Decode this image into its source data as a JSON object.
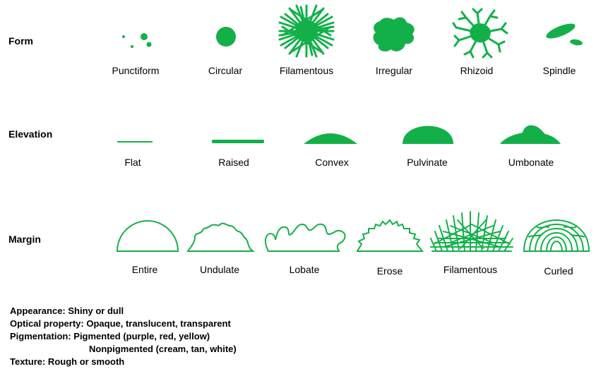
{
  "colors": {
    "shape": "#13b04a"
  },
  "rows": {
    "form": {
      "title": "Form",
      "items": [
        {
          "label": "Punctiform",
          "icon": "punctiform-dots"
        },
        {
          "label": "Circular",
          "icon": "circular-disc"
        },
        {
          "label": "Filamentous",
          "icon": "filamentous-tuft"
        },
        {
          "label": "Irregular",
          "icon": "irregular-blob"
        },
        {
          "label": "Rhizoid",
          "icon": "rhizoid-branching"
        },
        {
          "label": "Spindle",
          "icon": "spindle-ellipse"
        }
      ]
    },
    "elevation": {
      "title": "Elevation",
      "items": [
        {
          "label": "Flat",
          "icon": "flat-line"
        },
        {
          "label": "Raised",
          "icon": "raised-bar"
        },
        {
          "label": "Convex",
          "icon": "convex-dome"
        },
        {
          "label": "Pulvinate",
          "icon": "pulvinate-dome"
        },
        {
          "label": "Umbonate",
          "icon": "umbonate-dome"
        }
      ]
    },
    "margin": {
      "title": "Margin",
      "items": [
        {
          "label": "Entire",
          "icon": "entire-outline"
        },
        {
          "label": "Undulate",
          "icon": "undulate-outline"
        },
        {
          "label": "Lobate",
          "icon": "lobate-outline"
        },
        {
          "label": "Erose",
          "icon": "erose-outline"
        },
        {
          "label": "Filamentous",
          "icon": "filamentous-fringe"
        },
        {
          "label": "Curled",
          "icon": "curled-rings"
        }
      ]
    }
  },
  "notes": {
    "appearance": "Appearance: Shiny or dull",
    "optical": "Optical property: Opaque, translucent, transparent",
    "pigmentation": "Pigmentation: Pigmented (purple, red, yellow)",
    "nonpigmented": "Nonpigmented (cream, tan, white)",
    "texture": "Texture: Rough or smooth"
  }
}
